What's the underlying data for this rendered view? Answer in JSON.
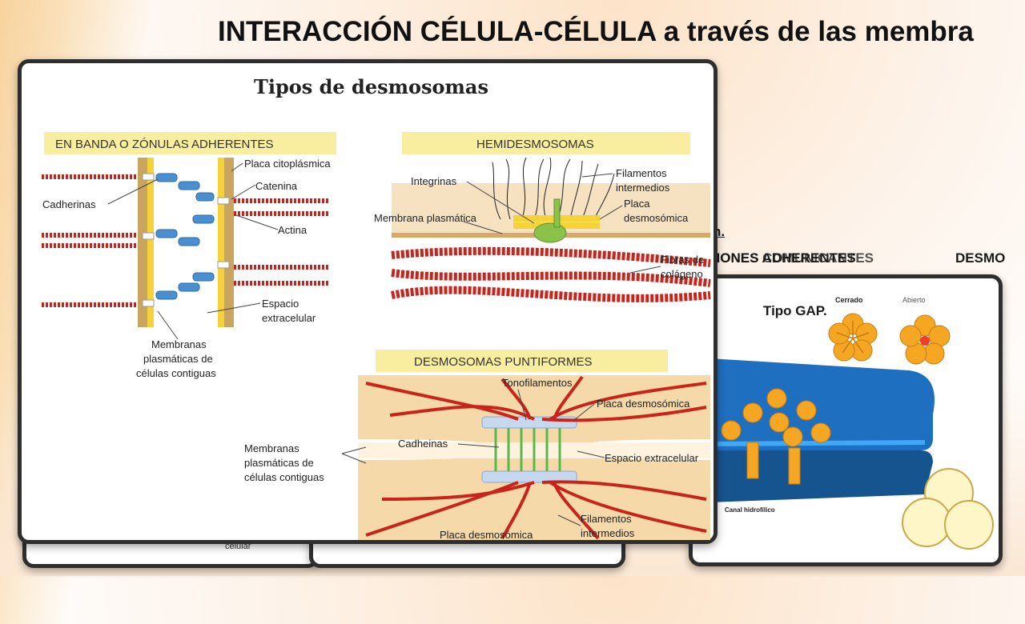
{
  "slide_title": "INTERACCIÓN CÉLULA-CÉLULA a través de las membra",
  "background_text": {
    "line_fragment": "n.",
    "overlap_a": "UNIONES ADHERENTES",
    "overlap_b": "UNIONES COMUNICANTES",
    "overlap_c": "DESMO",
    "gap_fragment": "Tipo GAP",
    "gap_period": "."
  },
  "gap_diagram": {
    "closed": "Cerrado",
    "open": "Abierto",
    "channel": "Canal hidrofílico"
  },
  "lower_left_fragment": "celular",
  "desmosomes_figure": {
    "title": "Tipos de desmosomas",
    "zonula": {
      "header": "EN BANDA O ZÓNULAS ADHERENTES",
      "placa": "Placa citoplásmica",
      "catenina": "Catenina",
      "cadherinas": "Cadherinas",
      "actina": "Actina",
      "espacio_1": "Espacio",
      "espacio_2": "extracelular",
      "membranas_1": "Membranas",
      "membranas_2": "plasmáticas de",
      "membranas_3": "células contiguas"
    },
    "hemi": {
      "header": "HEMIDESMOSOMAS",
      "integrinas": "Integrinas",
      "filamentos_1": "Filamentos",
      "filamentos_2": "intermedios",
      "placa_1": "Placa",
      "placa_2": "desmosómica",
      "membrana": "Membrana plasmática",
      "fibras_1": "Fibras de",
      "fibras_2": "colágeno"
    },
    "punti": {
      "header": "DESMOSOMAS PUNTIFORMES",
      "tonofilamentos": "Tonofilamentos",
      "placa": "Placa desmosómica",
      "cadheinas": "Cadheinas",
      "espacio": "Espacio extracelular",
      "membranas_1": "Membranas",
      "membranas_2": "plasmáticas de",
      "membranas_3": "células contiguas",
      "filamentos_1": "Filamentos",
      "filamentos_2": "intermedios",
      "placa_bottom": "Placa desmosómica"
    }
  },
  "colors": {
    "fiber_red": "#c8241b",
    "cadherin_blue": "#4a90d0",
    "plaque_yellow": "#f5d23a",
    "header_yellow": "#f9eea0",
    "membrane_tan": "#e9c48c",
    "connexon_orange": "#f5a623",
    "gap_blue": "#1f6fc0"
  }
}
